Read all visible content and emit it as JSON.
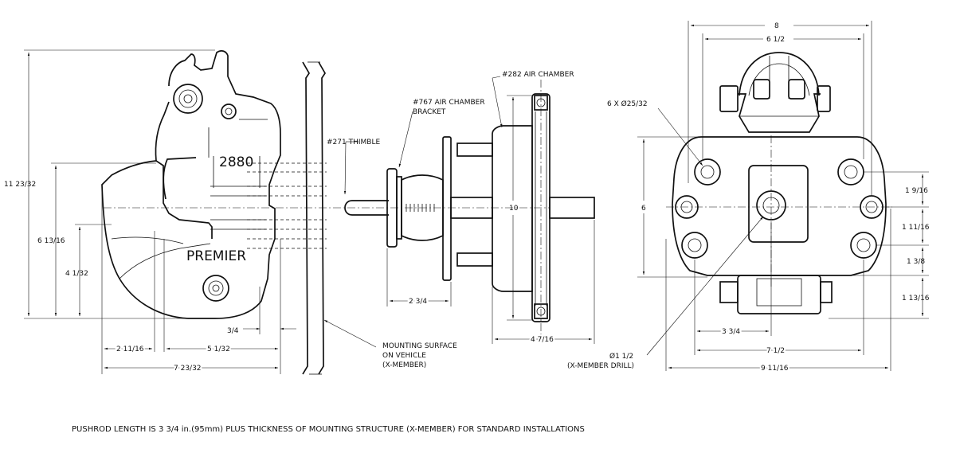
{
  "hook": {
    "model": "2880",
    "brand": "PREMIER",
    "dims": {
      "overall_height": "11 23/32",
      "height_a": "6 13/16",
      "height_b": "4 1/32",
      "offset": "3/4",
      "length_a": "2 11/16",
      "length_b": "5 1/32",
      "overall_length": "7 23/32"
    }
  },
  "callouts": {
    "thimble": "#271 THIMBLE",
    "bracket_line1": "#767 AIR CHAMBER",
    "bracket_line2": "BRACKET",
    "air_chamber": "#282 AIR CHAMBER",
    "mounting_line1": "MOUNTING SURFACE",
    "mounting_line2": "ON VEHICLE",
    "mounting_line3": "(X-MEMBER)"
  },
  "chamber": {
    "diameter": "10",
    "bracket_length": "2 3/4",
    "chamber_length": "4 7/16"
  },
  "end_view": {
    "width_overall": "8",
    "width_inner": "6 1/2",
    "holes": "6 X Ø25/32",
    "height": "6",
    "v1": "1 9/16",
    "v2": "1 11/16",
    "v3": "1 3/8",
    "v4": "1 13/16",
    "h1": "3 3/4",
    "h2": "7 1/2",
    "h3": "9 11/16",
    "drill_line1": "Ø1 1/2",
    "drill_line2": "(X-MEMBER DRILL)"
  },
  "footnote": "PUSHROD LENGTH IS 3 3/4 in.(95mm) PLUS THICKNESS OF MOUNTING STRUCTURE (X-MEMBER) FOR STANDARD INSTALLATIONS"
}
